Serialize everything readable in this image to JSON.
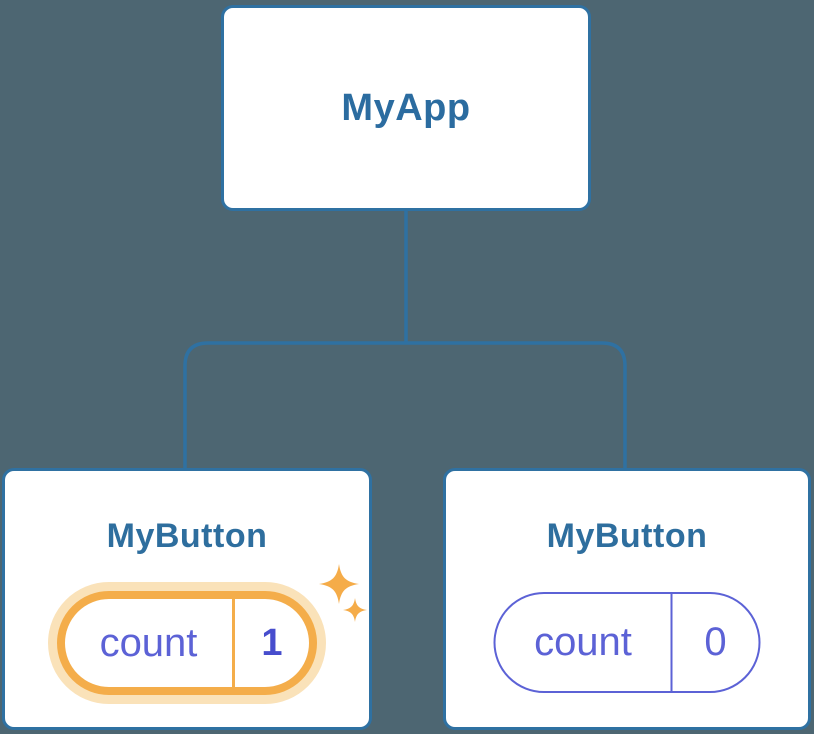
{
  "diagram": {
    "type": "component-tree",
    "root": {
      "label": "MyApp"
    },
    "children": [
      {
        "label": "MyButton",
        "counter": {
          "label": "count",
          "value": "1"
        },
        "highlighted": true
      },
      {
        "label": "MyButton",
        "counter": {
          "label": "count",
          "value": "0"
        },
        "highlighted": false
      }
    ],
    "colors": {
      "background": "#4D6672",
      "node_fill": "#FFFFFF",
      "node_border": "#2F71A2",
      "root_text": "#2B6CA0",
      "child_text": "#2E6E9E",
      "connector": "#2F71A2",
      "counter_text": "#5C62D6",
      "counter_value_highlight": "#474DCD",
      "highlight_orange": "#F4AD4A",
      "highlight_glow": "#FAE2B9"
    },
    "icons": [
      "sparkle-icon",
      "sparkle-icon-small"
    ]
  }
}
